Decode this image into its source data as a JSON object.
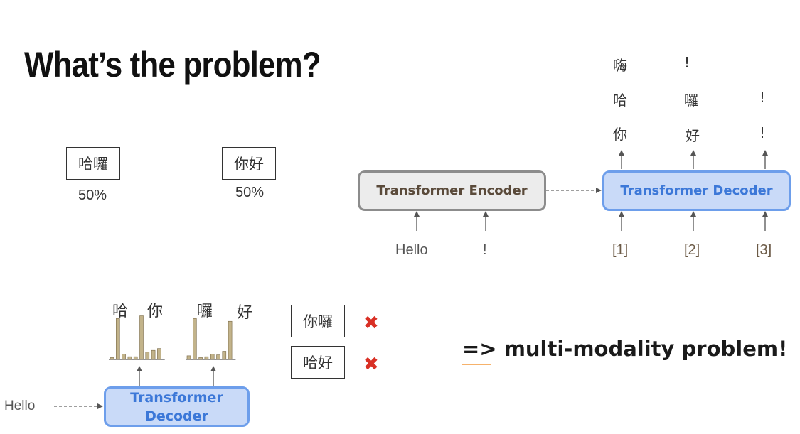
{
  "title": "What’s the problem?",
  "candidates": [
    {
      "text": "哈囉",
      "prob": "50%"
    },
    {
      "text": "你好",
      "prob": "50%"
    }
  ],
  "encoder": {
    "label": "Transformer Encoder",
    "inputs": [
      "Hello",
      "!"
    ]
  },
  "decoder": {
    "label": "Transformer Decoder",
    "inputs": [
      "[1]",
      "[2]",
      "[3]"
    ],
    "outputs": {
      "row1": [
        "嗨",
        "!"
      ],
      "row2": [
        "哈",
        "囉",
        "!"
      ],
      "row3": [
        "你",
        "好",
        "!"
      ]
    }
  },
  "bottom": {
    "input": "Hello",
    "decoder_line1": "Transformer",
    "decoder_line2": "Decoder",
    "dist1_labels": [
      "哈",
      "你"
    ],
    "dist2_labels": [
      "囉",
      "好"
    ],
    "dist1_values": [
      0.02,
      0.45,
      0.06,
      0.03,
      0.03,
      0.48,
      0.08,
      0.1,
      0.12
    ],
    "dist2_values": [
      0.04,
      0.45,
      0.02,
      0.03,
      0.06,
      0.05,
      0.09,
      0.42
    ],
    "bad_combos": [
      "你囉",
      "哈好"
    ],
    "bad_mark": "✖"
  },
  "conclusion": "=> multi-modality problem!",
  "colors": {
    "decoder_fill": "#c9daf8",
    "decoder_border": "#6d9eeb",
    "decoder_text": "#3c78d8",
    "encoder_fill": "#ececec",
    "encoder_border": "#8c8c8c",
    "bar_fill": "#c2b38a",
    "bar_stroke": "#7a6a48",
    "cross": "#d93025",
    "underline": "#f6b26b"
  }
}
